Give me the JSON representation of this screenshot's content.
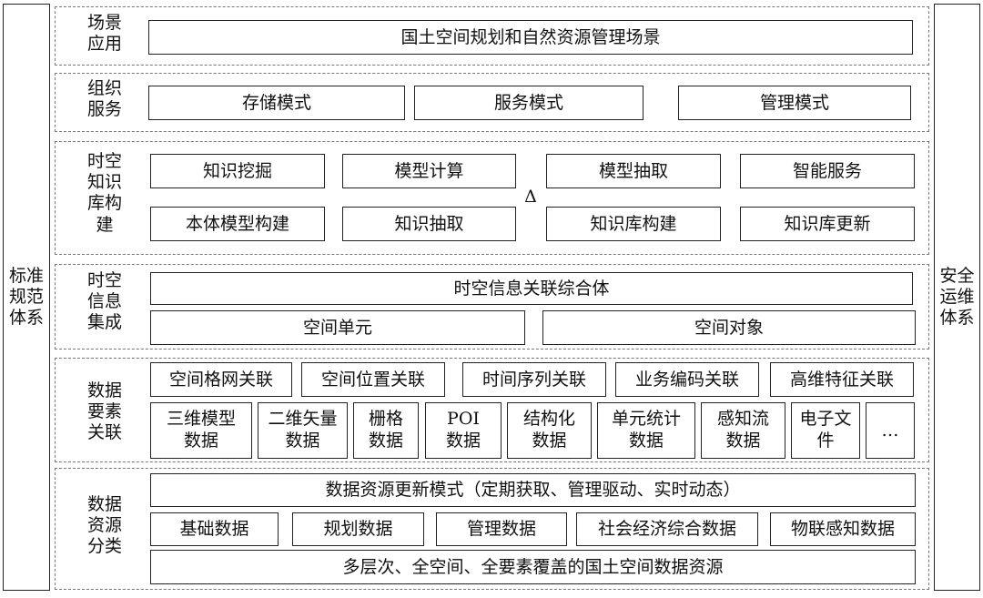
{
  "left_side": {
    "lines": [
      "标准",
      "规范",
      "体系"
    ]
  },
  "right_side": {
    "lines": [
      "安全",
      "运维",
      "体系"
    ]
  },
  "layers": {
    "scene": {
      "label": [
        "场景",
        "应用"
      ],
      "main": "国土空间规划和自然资源管理场景"
    },
    "org": {
      "label": [
        "组织",
        "服务"
      ],
      "items": [
        "存储模式",
        "服务模式",
        "管理模式"
      ]
    },
    "kb": {
      "label": [
        "时空",
        "知识",
        "库构",
        "建"
      ],
      "row1": [
        "知识挖掘",
        "模型计算",
        "模型抽取",
        "智能服务"
      ],
      "row2": [
        "本体模型构建",
        "知识抽取",
        "知识库构建",
        "知识库更新"
      ],
      "cycle_symbol": "Δ"
    },
    "integration": {
      "label": [
        "时空",
        "信息",
        "集成"
      ],
      "main": "时空信息关联综合体",
      "items": [
        "空间单元",
        "空间对象"
      ]
    },
    "association": {
      "label": [
        "数据",
        "要素",
        "关联"
      ],
      "row1": [
        "空间格网关联",
        "空间位置关联",
        "时间序列关联",
        "业务编码关联",
        "高维特征关联"
      ],
      "row2": [
        [
          "三维模型",
          "数据"
        ],
        [
          "二维矢量",
          "数据"
        ],
        [
          "栅格",
          "数据"
        ],
        [
          "POI",
          "数据"
        ],
        [
          "结构化",
          "数据"
        ],
        [
          "单元统计",
          "数据"
        ],
        [
          "感知流",
          "数据"
        ],
        [
          "电子文",
          "件"
        ],
        [
          "…"
        ]
      ]
    },
    "resources": {
      "label": [
        "数据",
        "资源",
        "分类"
      ],
      "update": "数据资源更新模式（定期获取、管理驱动、实时动态）",
      "items": [
        "基础数据",
        "规划数据",
        "管理数据",
        "社会经济综合数据",
        "物联感知数据"
      ],
      "bottom": "多层次、全空间、全要素覆盖的国土空间数据资源"
    }
  }
}
